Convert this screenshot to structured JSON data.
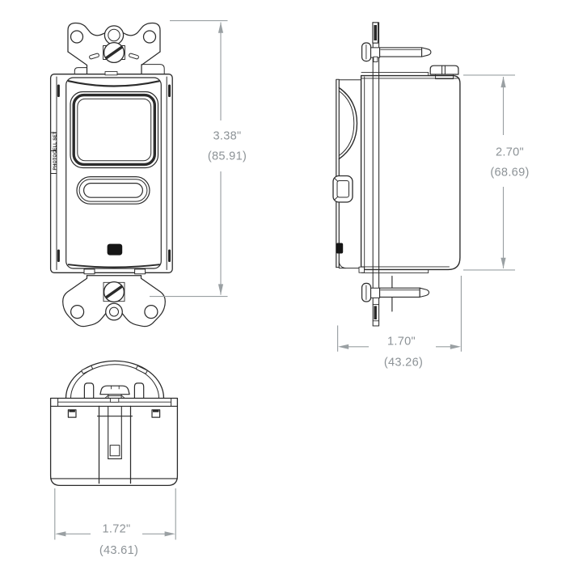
{
  "diagram": {
    "product_label": "PHOTOCELL SET",
    "dimensions": {
      "front_height": {
        "inches": "3.38\"",
        "mm": "(85.91)"
      },
      "side_height": {
        "inches": "2.70\"",
        "mm": "(68.69)"
      },
      "side_depth": {
        "inches": "1.70\"",
        "mm": "(43.26)"
      },
      "bottom_width": {
        "inches": "1.72\"",
        "mm": "(43.61)"
      }
    },
    "colors": {
      "background": "#ffffff",
      "line": "#2b2b2b",
      "dimension_line": "#9aa0a3",
      "dimension_text": "#8d9397"
    }
  }
}
